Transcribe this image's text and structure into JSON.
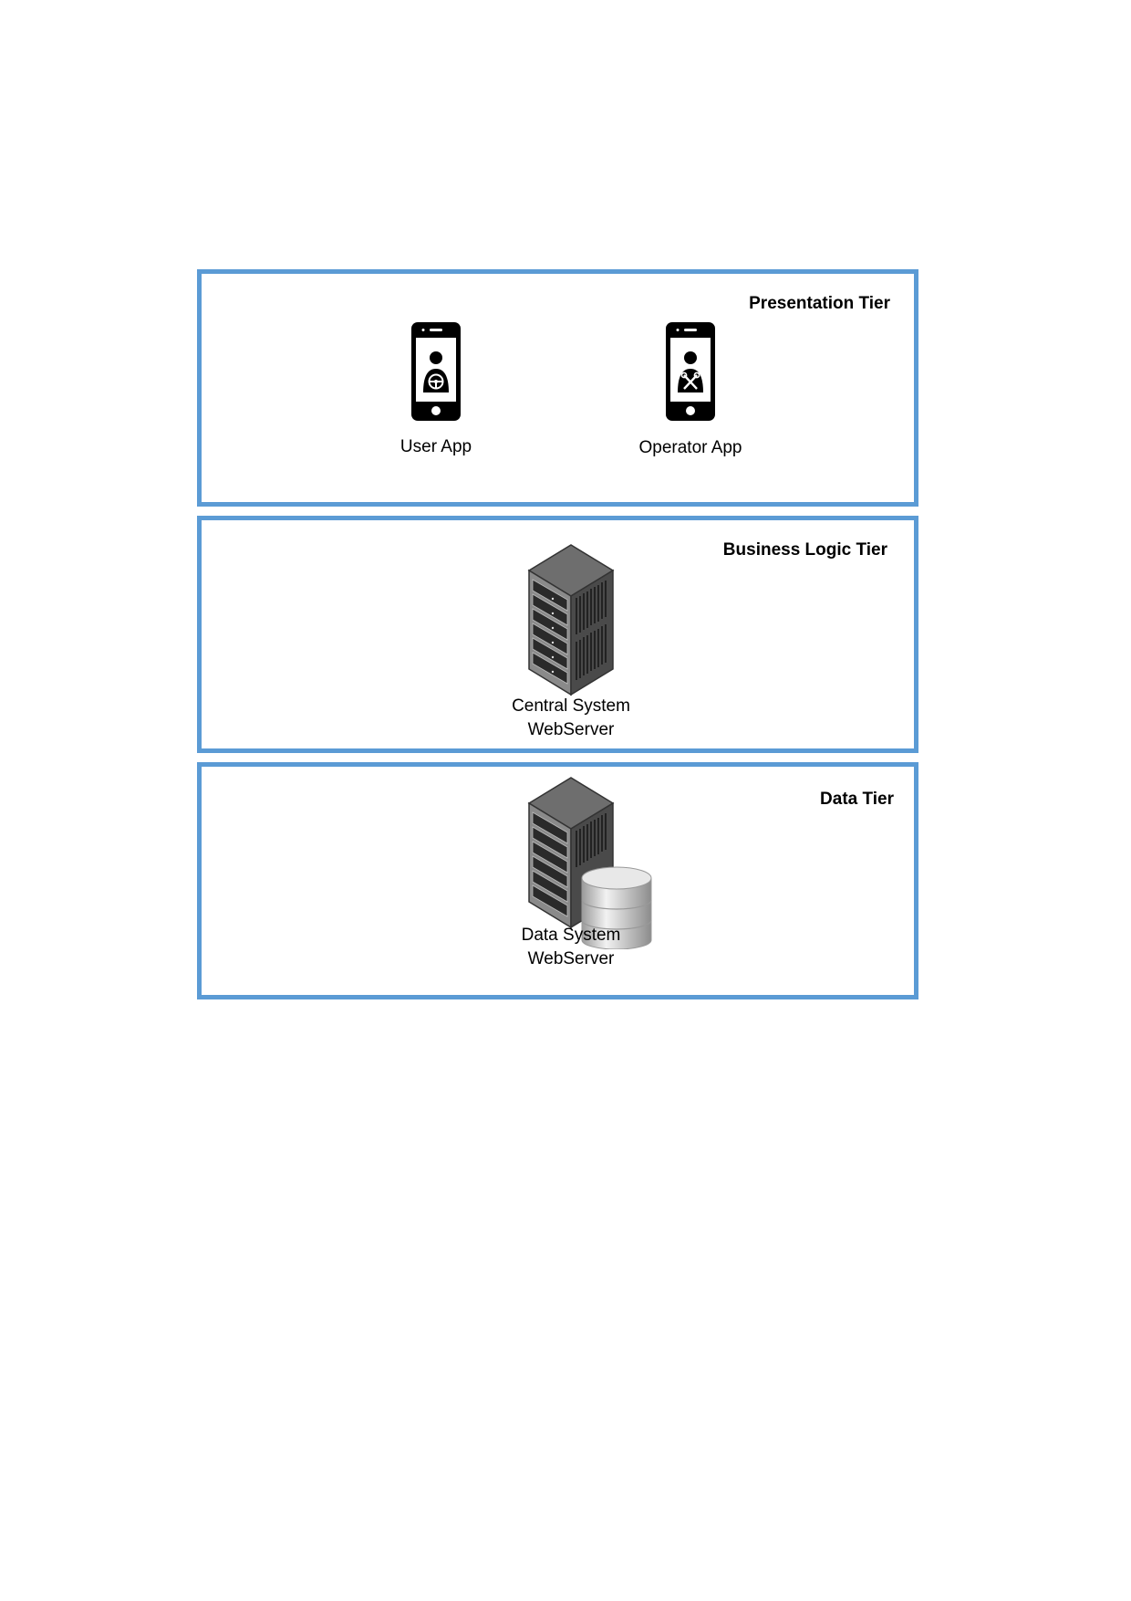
{
  "tiers": {
    "presentation": {
      "title": "Presentation Tier",
      "nodes": {
        "user_app": {
          "label": "User App",
          "icon": "smartphone-user-icon"
        },
        "operator_app": {
          "label": "Operator App",
          "icon": "smartphone-operator-icon"
        }
      }
    },
    "business": {
      "title": "Business Logic Tier",
      "nodes": {
        "central": {
          "label_line1": "Central System",
          "label_line2": "WebServer",
          "icon": "server-rack-icon"
        }
      }
    },
    "data": {
      "title": "Data Tier",
      "nodes": {
        "data_server": {
          "label_line1": "Data System",
          "label_line2": "WebServer",
          "icon": "database-server-icon"
        }
      }
    }
  },
  "colors": {
    "tier_border": "#5b9bd5",
    "icon_dark": "#000000",
    "server_body": "#5a5a5a",
    "database": "#c8c8c8"
  }
}
